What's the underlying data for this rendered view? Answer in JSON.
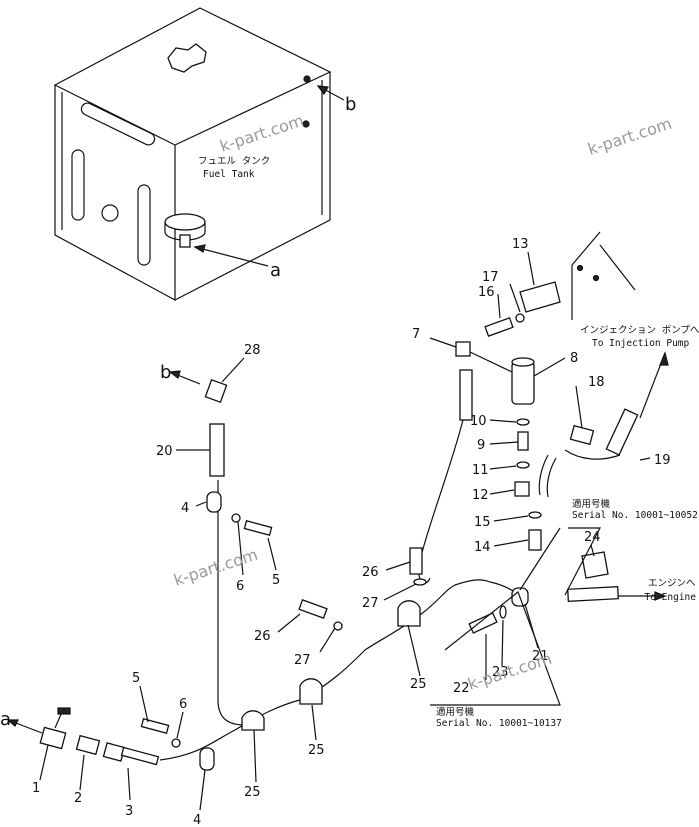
{
  "fuel_tank": {
    "label_jp": "フュエル タンク",
    "label_en": "Fuel Tank"
  },
  "injection_pump": {
    "label_jp": "インジェクション ポンプへ",
    "label_en": "To Injection Pump"
  },
  "engine": {
    "label_jp": "エンジンへ",
    "label_en": "To Engine"
  },
  "serial_notes": [
    {
      "label_jp": "適用号機",
      "label_en": "Serial No. 10001~10052"
    },
    {
      "label_jp": "適用号機",
      "label_en": "Serial No. 10001~10137"
    }
  ],
  "connection_letters": {
    "a": "a",
    "b": "b"
  },
  "part_numbers": {
    "p1": "1",
    "p2": "2",
    "p3": "3",
    "p4a": "4",
    "p4b": "4",
    "p5a": "5",
    "p5b": "5",
    "p6a": "6",
    "p6b": "6",
    "p7": "7",
    "p8": "8",
    "p9": "9",
    "p10": "10",
    "p11": "11",
    "p12": "12",
    "p13": "13",
    "p14": "14",
    "p15": "15",
    "p16": "16",
    "p17": "17",
    "p18": "18",
    "p19": "19",
    "p20": "20",
    "p21": "21",
    "p22": "22",
    "p23": "23",
    "p24": "24",
    "p25a": "25",
    "p25b": "25",
    "p25c": "25",
    "p26a": "26",
    "p26b": "26",
    "p27a": "27",
    "p27b": "27",
    "p28": "28"
  },
  "watermarks": [
    "k-part.com",
    "k-part.com",
    "k-part.com",
    "k-part.com"
  ]
}
